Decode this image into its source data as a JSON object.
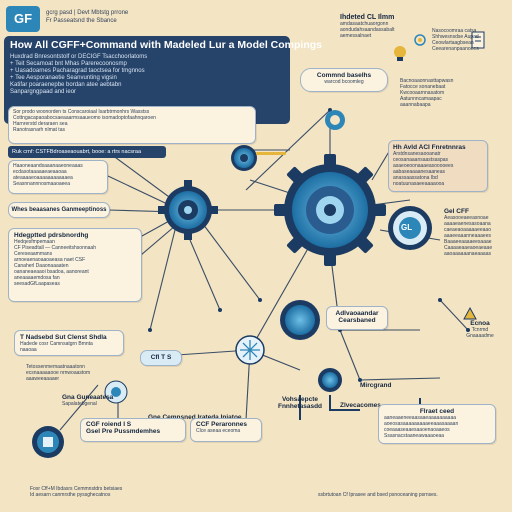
{
  "header": {
    "logo_text": "GF",
    "top_lines": [
      "gcrg pasd | Devt Mbtstg prrone",
      "Fr Passeatsnd the Sbance"
    ],
    "title": "How All CGFF+Command with Madeled Lur a Model Compings",
    "intro_lines": [
      "Huxdrad Bnresontstolf or DECIGF Tsacchoorlatoms",
      "+ Teit Secamoat bnt Mhas Parerecoonosmp",
      "+ Uasadoarnes Pacharagrad taoctsea for tmgnnos",
      "+ Tee Aesporanaetie Seanvunting vigsin",
      "Katifar poaraenepbe bordan atee aebtabn",
      "Sanpargngpaad and ieor"
    ]
  },
  "top_right": {
    "title": "Ihdeted CL Ilmm",
    "lines": [
      "amdasaatchuaorgonn",
      "aondudahsaandassabalt",
      "aemessalnaet"
    ],
    "right_lines": [
      "Nasocoomraa catsa",
      "Shhwesnsdse Aupad",
      "Ceowlartaagbsean",
      "Ceearenanpaanoees"
    ]
  },
  "command_bubble": {
    "label": "Commnd baselhs",
    "sub": "warcod bcoomleg"
  },
  "right_panel_1": {
    "lines": [
      "Bacnoaaonnasttapwasn",
      "Fatocce sonanebaat",
      "Kwcooaarnnasatom",
      "Aatunnncamaapac",
      "aaannabaapa"
    ]
  },
  "left_card_1": {
    "lines": [
      "Sor prodo woonorden ts Conscaroiaal Isarbtrmonhrs Wasstss",
      "Cottngacapaoabocsaeaaarmsaaueomo isomadoptofaahnqaroen",
      "Harnrerstd deraraen sea",
      "Ranotrasnarh nlmat tas"
    ]
  },
  "blue_bar": {
    "label": "Ruk crnf: CSTFBdroaseaouabrt, booe: a rtrs nacsraa"
  },
  "left_card_2": {
    "lines": [
      "Haaoneaandsaaanaaeoneaaas",
      "ecdasotaaaaaeaeaaoaa",
      "ateaaaaeoaaaaaaaaaaaea",
      "Seasnnannnosmaaoaeea"
    ]
  },
  "whes_box": {
    "label": "Whes beaasanes Ganmeeptinoss"
  },
  "wd_card": {
    "title": "Hdegptted pdrsbnordhg",
    "lines": [
      "Hedqesfmpemaan",
      "CF Piseadtall — Canneeitshsonnaah",
      "Cereseaammans",
      "arnoeaenaoaaoaeasa naet CSF",
      "Canaherl Daaonaaaaten",
      "oananeaeaaoi bsadoa, aanoreant",
      "aneaaaaemdosa fan",
      "seesadGfLaapaseas"
    ]
  },
  "right_panel_2": {
    "title": "Hh Avld ACI Fnretnnras",
    "lines": [
      "Arstdnsanesaooanatr",
      "ceosanaaansaastsaspas",
      "asaeoeoonaaaeasooooees",
      "aabaseaaaanesaaneas",
      "anassaassatona Ibd",
      "noatuunasaeeaaaaooa"
    ]
  },
  "gl_label": "GL",
  "right_panel_3": {
    "title": "Gel CFF",
    "lines": [
      "Aeasooeaeeasnoae",
      "aaaaeaenesasoaana",
      "caeaeaoaaaaaeeaao",
      "aaaeeaaanneaaaees",
      "Baaaeeaaaaeesaaae",
      "Caaaaeaaeaoeaeaae",
      "aaoaaaaaanaeaaaas"
    ]
  },
  "adaptive_label": {
    "line1": "Adlvaoaandar",
    "line2": "Cearsbaned"
  },
  "right_small": {
    "line1": "Ecnoa",
    "line2": "Tcnrmd",
    "line3": "Gnaaaadme"
  },
  "left_card_3": {
    "title": "T Nadsebd Sut Clenst Shdla",
    "lines": [
      "Hadede cosr Camnsatgrn Bmnta",
      "naaoaa"
    ]
  },
  "cfts_label": "Cfl T S",
  "left_text_1": {
    "lines": [
      "Tetossenmemaatnaaatonn",
      "ecsnaaaaaooe nrnwoaastom",
      "aaaweeaaaaer"
    ]
  },
  "gne_text": {
    "line1": "Gna Guneaatesa",
    "line2": "Sapalatebgenal"
  },
  "bottom_center": {
    "label": "Gne Cemnsned lrateda Iniatoe"
  },
  "volumes": {
    "line1": "Vohsaepcte",
    "line2": "Fnnhetasasdd"
  },
  "zvecomes": "Zlvecacomes",
  "microgrand": "Mircgrand",
  "flow_card": {
    "line1": "CGF roiend I S",
    "line2": "Gsel Pre Pussmdemhes"
  },
  "cfe_card": {
    "line1": "CCF Peraronnes",
    "line2": "Clce aseaa eceoma"
  },
  "right_bottom_card": {
    "title": "Flraet ceed",
    "lines": [
      "aaneaaeneeaasaaeaaaaaaaaaa",
      "aoeosasaaaaaaaaaeeaaasaaaan",
      "coeaaaseaaesaaoenaoaaeos",
      "Ssasnacstaaneawaaaoeaa"
    ]
  },
  "footer_left": {
    "line1": "Fosr Cff+M Ibdasrs Cemmnstdrs betsiaes",
    "line2": "Id aesarn canmrsthe pyssghecatnos"
  },
  "footer_right": "ssbrtutoan Cf Iprasee and bsed psnoceaning psrnses.",
  "colors": {
    "background": "#f3e4c3",
    "navy": "#26436a",
    "gear": "#2d86b8",
    "gear_dark": "#1b3b63",
    "accent": "#e5b53c",
    "line": "#3a4d66"
  }
}
